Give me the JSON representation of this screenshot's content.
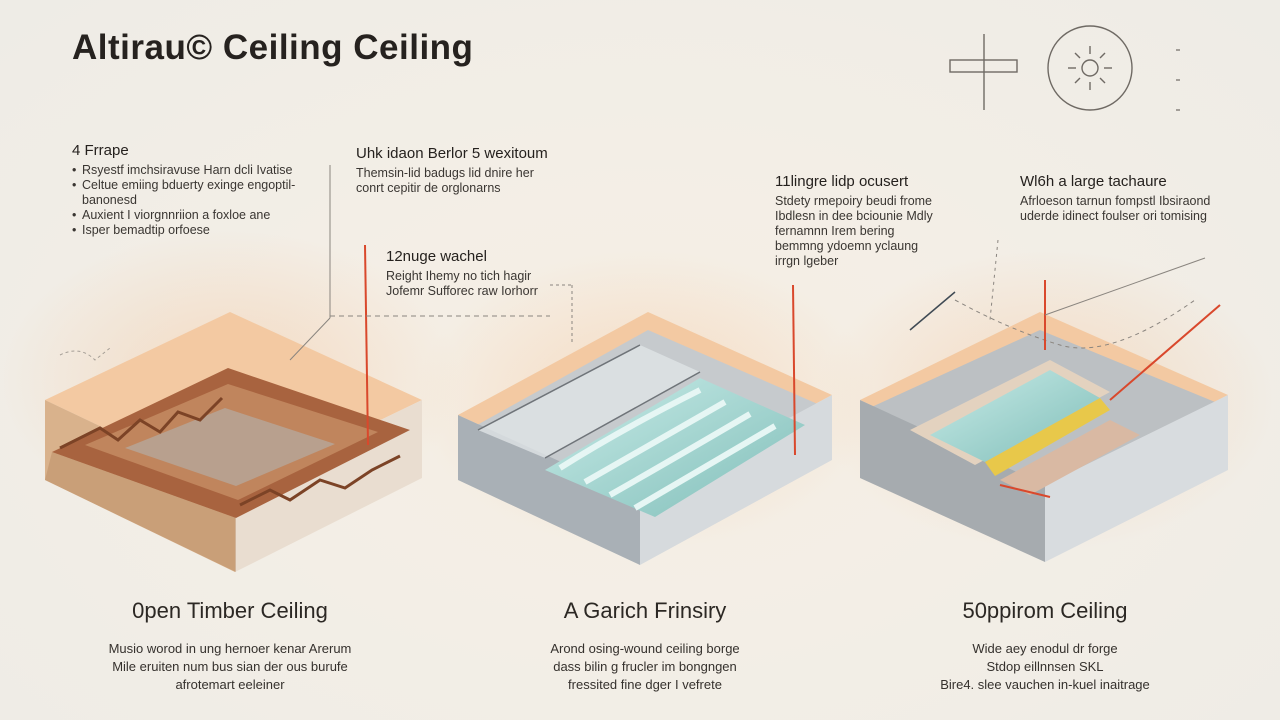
{
  "title": "Altirau© Ceiling Ceiling",
  "icons": [
    "section-symbol-icon",
    "sun-circle-icon",
    "scale-ruler-icon"
  ],
  "colors": {
    "accent_red": "#d9482c",
    "insulation_teal": "#9fd3cf",
    "timber_brown": "#a8633f",
    "membrane_peach": "#f2c9a8"
  },
  "notes": {
    "frame": {
      "heading": "4 Frrape",
      "items": [
        "Rsyestf imchsiravuse Harn dcli Ivatise",
        "Celtue emiing bduerty exinge engoptil- banonesd",
        "Auxient I viorgnnriion a foxloe ane",
        "Isper bemadtip orfoese"
      ]
    },
    "top_center": {
      "heading": "Uhk idaon Berlor 5 wexitoum",
      "body": "Themsin-lid badugs lid dnire her conrt cepitir de orglonarns"
    },
    "mid_center": {
      "heading": "12nuge wachel",
      "body": "Reight Ihemy no tich hagir Jofemr Sufforec raw Iorhorr"
    },
    "right_mid": {
      "heading": "11lingre lidp ocusert",
      "body": "Stdety rmepoiry beudi frome Ibdlesn in dee bciounie Mdly fernamnn Irem bering bemmng ydoemn yclaung irrgn lgeber"
    },
    "right_top": {
      "heading": "Wl6h a large tachaure",
      "body": "Afrloeson tarnun fompstl Ibsiraond uderde idinect foulser ori tomising"
    }
  },
  "panels": [
    {
      "title": "0pen Timber Ceiling",
      "description": [
        "Musio worod in ung hernoer kenar Arerum",
        "Mile eruiten num bus sian der ous burufe",
        "afrotemart eeleiner"
      ]
    },
    {
      "title": "A Garich Frinsiry",
      "description": [
        "Arond osing-wound ceiling borge",
        "dass bilin g frucler im bongngen",
        "fressited fine dger I vefrete"
      ]
    },
    {
      "title": "50ppirom Ceiling",
      "description": [
        "Wide aey enodul dr forge",
        "Stdop eillnnsen SKL",
        "Bire4. slee vauchen in-kuel inaitrage"
      ]
    }
  ]
}
